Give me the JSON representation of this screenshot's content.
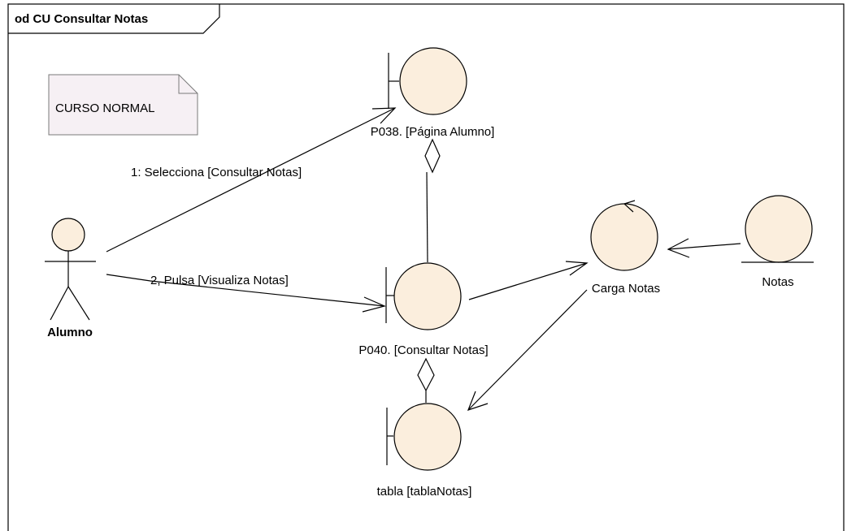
{
  "frame": {
    "title": "od CU Consultar Notas"
  },
  "note": {
    "text": "CURSO NORMAL"
  },
  "actor": {
    "name": "Alumno"
  },
  "nodes": {
    "pagina_alumno": {
      "label": "P038. [Página Alumno]",
      "stereotype": "boundary"
    },
    "consultar_notas": {
      "label": "P040. [Consultar Notas]",
      "stereotype": "boundary"
    },
    "tabla_notas": {
      "label": "tabla [tablaNotas]",
      "stereotype": "boundary"
    },
    "carga_notas": {
      "label": "Carga Notas",
      "stereotype": "control"
    },
    "notas": {
      "label": "Notas",
      "stereotype": "entity"
    }
  },
  "messages": {
    "m1": "1: Selecciona [Consultar Notas]",
    "m2": "2, Pulsa [Visualiza Notas]"
  },
  "colors": {
    "fill": "#fbeedd",
    "note_fill": "#f6f0f4",
    "line": "#000000"
  }
}
